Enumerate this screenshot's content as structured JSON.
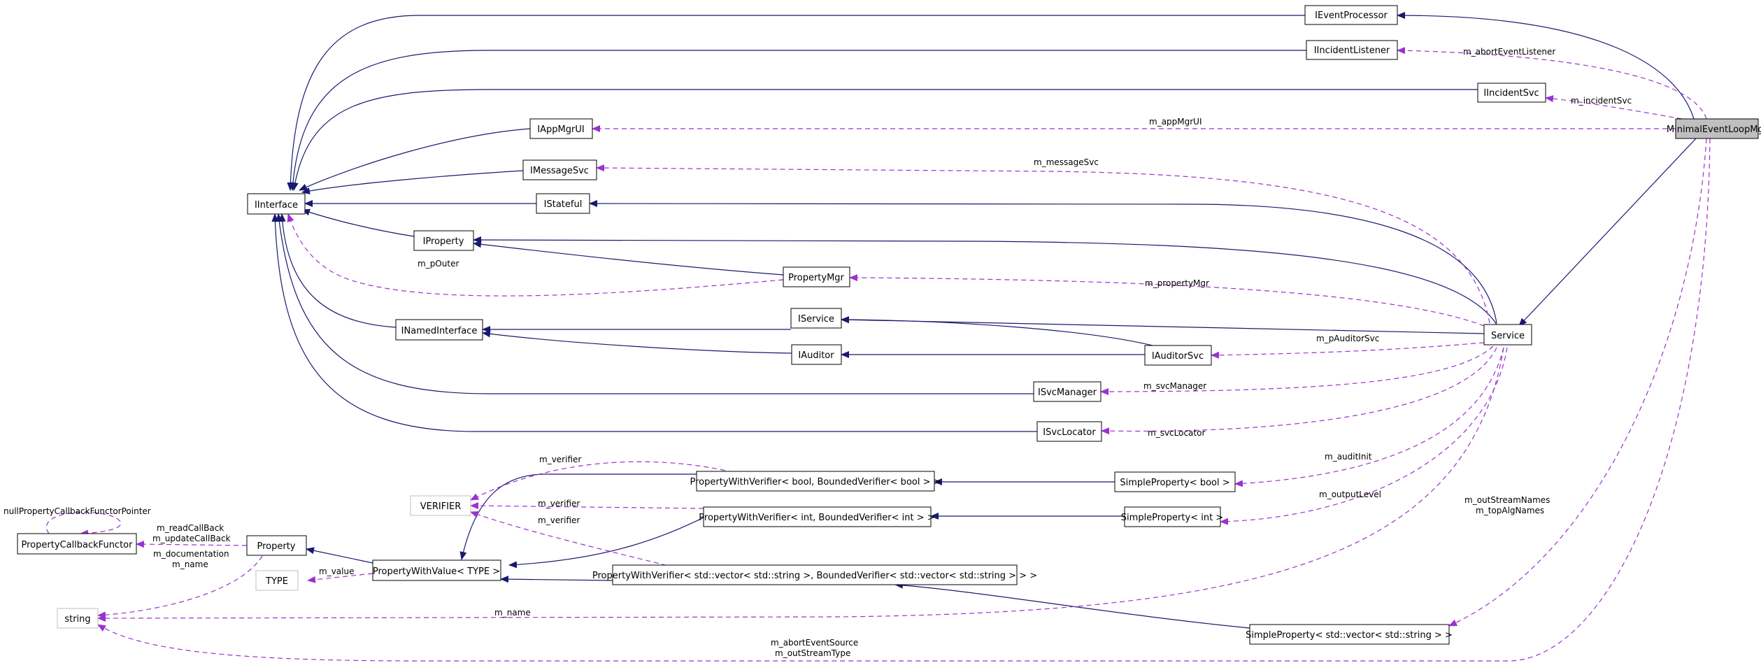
{
  "diagram": {
    "nodes": {
      "IEventProcessor": "IEventProcessor",
      "IIncidentListener": "IIncidentListener",
      "IIncidentSvc": "IIncidentSvc",
      "MinimalEventLoopMgr": "MinimalEventLoopMgr",
      "IAppMgrUI": "IAppMgrUI",
      "IMessageSvc": "IMessageSvc",
      "IInterface": "IInterface",
      "IStateful": "IStateful",
      "IProperty": "IProperty",
      "PropertyMgr": "PropertyMgr",
      "IService": "IService",
      "INamedInterface": "INamedInterface",
      "IAuditor": "IAuditor",
      "IAuditorSvc": "IAuditorSvc",
      "Service": "Service",
      "ISvcManager": "ISvcManager",
      "ISvcLocator": "ISvcLocator",
      "VERIFIER": "VERIFIER",
      "PWV_bool": "PropertyWithVerifier< bool, BoundedVerifier< bool > >",
      "SimpleProperty_bool": "SimpleProperty< bool >",
      "PWV_int": "PropertyWithVerifier< int, BoundedVerifier< int > >",
      "SimpleProperty_int": "SimpleProperty< int >",
      "PropertyCallbackFunctor": "PropertyCallbackFunctor",
      "Property": "Property",
      "PropertyWithValue": "PropertyWithValue< TYPE >",
      "TYPE": "TYPE",
      "PWV_vec": "PropertyWithVerifier< std::vector< std::string >, BoundedVerifier< std::vector< std::string > > >",
      "string": "string",
      "SimpleProperty_vec": "SimpleProperty< std::vector< std::string > >"
    },
    "edge_labels": {
      "abortEventListener": "m_abortEventListener",
      "incidentSvc": "m_incidentSvc",
      "appMgrUI": "m_appMgrUI",
      "messageSvc": "m_messageSvc",
      "pOuter": "m_pOuter",
      "propertyMgr": "m_propertyMgr",
      "pAuditorSvc": "m_pAuditorSvc",
      "svcManager": "m_svcManager",
      "svcLocator": "m_svcLocator",
      "verifier_1": "m_verifier",
      "verifier_2": "m_verifier",
      "verifier_3": "m_verifier",
      "auditInit": "m_auditInit",
      "outputLevel": "m_outputLevel",
      "outStreamNames": "m_outStreamNames",
      "topAlgNames": "m_topAlgNames",
      "nullCallback": "nullPropertyCallbackFunctorPointer",
      "readCallBack": "m_readCallBack",
      "updateCallBack": "m_updateCallBack",
      "documentation": "m_documentation",
      "name_1": "m_name",
      "value": "m_value",
      "name_2": "m_name",
      "abortEventSource": "m_abortEventSource",
      "outStreamType": "m_outStreamType"
    },
    "colors": {
      "inheritance": "#191970",
      "usage": "#9a32cd",
      "focus_fill": "#bfbfbf",
      "external_border": "#bfbfbf"
    }
  }
}
